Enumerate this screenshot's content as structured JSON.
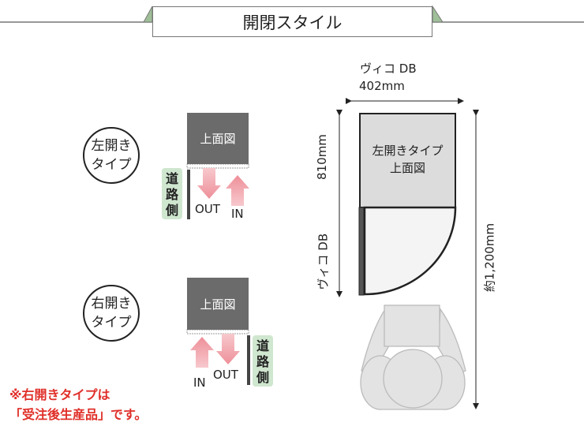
{
  "header": {
    "title": "開閉スタイル"
  },
  "left_type": {
    "circle_label_1": "左開き",
    "circle_label_2": "タイプ",
    "box_label": "上面図",
    "road_side": [
      "道",
      "路",
      "側"
    ],
    "out_label": "OUT",
    "in_label": "IN"
  },
  "right_type": {
    "circle_label_1": "右開き",
    "circle_label_2": "タイプ",
    "box_label": "上面図",
    "road_side": [
      "道",
      "路",
      "側"
    ],
    "out_label": "OUT",
    "in_label": "IN"
  },
  "note": {
    "line1": "※右開きタイプは",
    "line2": "「受注後生産品」です。"
  },
  "dimension": {
    "model_name": "ヴィコ DB",
    "width": "402mm",
    "depth": "810mm",
    "side_model_name": "ヴィコ DB",
    "total_depth": "約1,200mm",
    "plan_label_1": "左開きタイプ",
    "plan_label_2": "上面図"
  },
  "colors": {
    "accent_green": "#9fbf98",
    "arrow_pink": "#f2a7ae",
    "note_red": "#e0302a"
  }
}
